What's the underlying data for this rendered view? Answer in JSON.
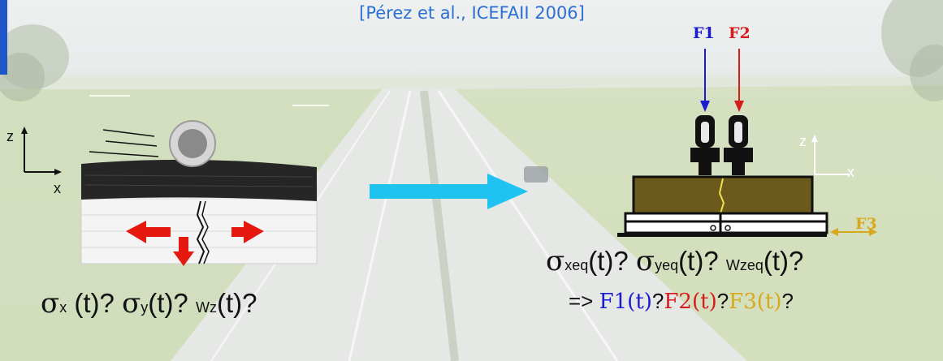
{
  "citation": "[Pérez et al., ICEFAII 2006]",
  "left_axes": {
    "z": "z",
    "x": "x"
  },
  "left_equation": {
    "sigma1": "σ",
    "sub1": "x",
    "part1": " (t)? ",
    "sigma2": "σ",
    "sub2": "y",
    "part2": "(t)? ",
    "w": "W",
    "sub3": "z",
    "part3": "(t)?"
  },
  "forces": {
    "f1": "F1",
    "f2": "F2",
    "f3": "F3"
  },
  "right_axes": {
    "z": "z",
    "x": "x"
  },
  "right_equation": {
    "sigma1": "σ",
    "sub1": "xeq",
    "part1": "(t)? ",
    "sigma2": "σ",
    "sub2": "yeq",
    "part2": "(t)? ",
    "w": "W",
    "sub3": "zeq",
    "part3": "(t)?"
  },
  "result": {
    "implies": "=> ",
    "f1": "F1(t)",
    "q1": "?",
    "f2": "F2(t)",
    "q2": "?",
    "f3": "F3(t)",
    "q3": "?"
  },
  "colors": {
    "f1": "#1b1bd0",
    "f2": "#d81c1c",
    "f3": "#d9a91d",
    "citation": "#2b6fd6",
    "arrow": "#1ec3ef",
    "crack_arrows": "#e5190f"
  }
}
